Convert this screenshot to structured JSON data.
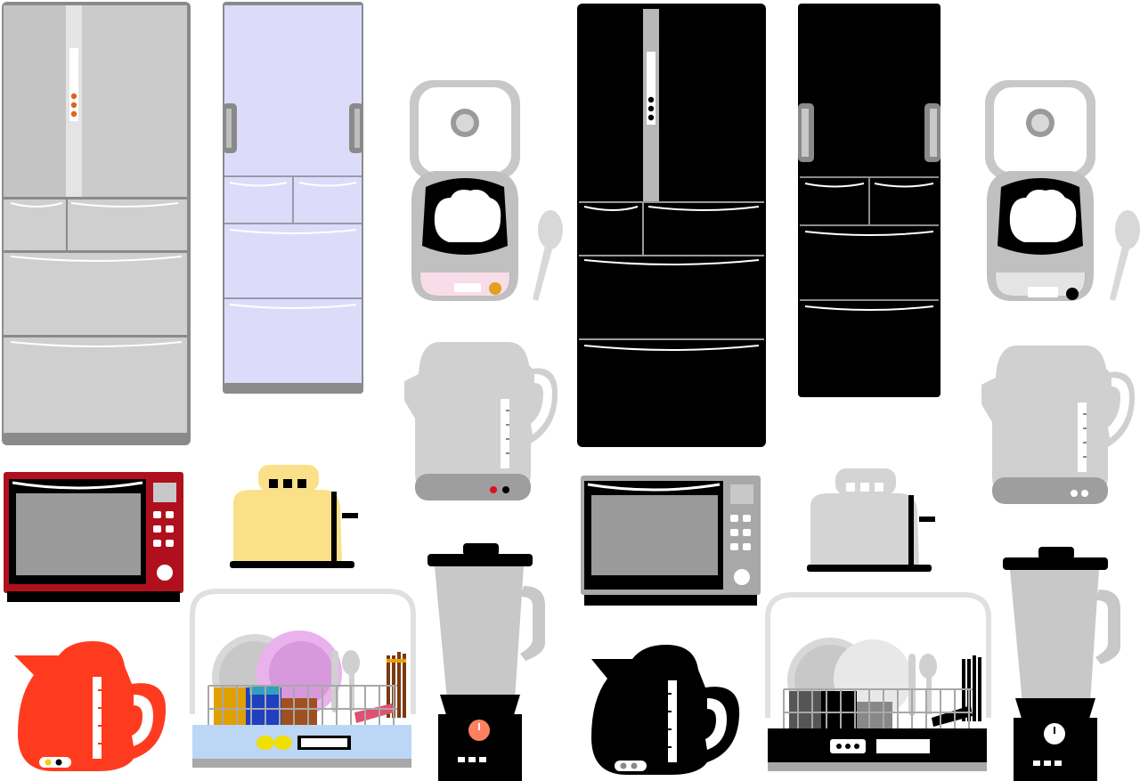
{
  "colors": {
    "background": "#ffffff",
    "silver": "#c8c8c8",
    "silver_dark": "#a8a8a8",
    "lavender": "#dcdcfa",
    "black": "#000000",
    "red_body": "#b0101e",
    "yellow_toaster": "#fbe08a",
    "red_kettle": "#ff3b1f",
    "pink_plate": "#e9b2ec",
    "pink_cooker": "#f8dde8",
    "rack_blue": "#bcd6f6"
  },
  "appliances": [
    {
      "kind": "french-door-refrigerator",
      "variant": "silver"
    },
    {
      "kind": "refrigerator",
      "variant": "lavender"
    },
    {
      "kind": "rice-cooker",
      "variant": "pink-panel"
    },
    {
      "kind": "french-door-refrigerator",
      "variant": "black"
    },
    {
      "kind": "refrigerator",
      "variant": "black"
    },
    {
      "kind": "rice-cooker",
      "variant": "gray"
    },
    {
      "kind": "electric-pot",
      "variant": "red-buttons"
    },
    {
      "kind": "electric-pot",
      "variant": "gray-buttons"
    },
    {
      "kind": "microwave-oven",
      "variant": "red"
    },
    {
      "kind": "toaster",
      "variant": "yellow"
    },
    {
      "kind": "microwave-oven",
      "variant": "gray"
    },
    {
      "kind": "toaster",
      "variant": "silver"
    },
    {
      "kind": "blender",
      "variant": "orange-knob"
    },
    {
      "kind": "blender",
      "variant": "white-knob"
    },
    {
      "kind": "electric-kettle",
      "variant": "red"
    },
    {
      "kind": "electric-kettle",
      "variant": "black"
    },
    {
      "kind": "dish-dryer",
      "variant": "color"
    },
    {
      "kind": "dish-dryer",
      "variant": "monochrome"
    }
  ]
}
